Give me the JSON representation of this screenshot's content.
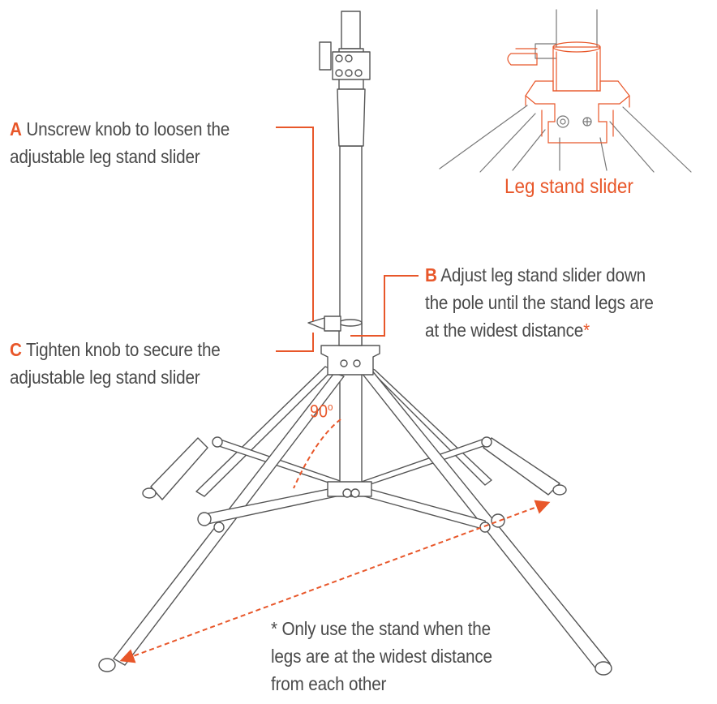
{
  "colors": {
    "accent": "#e8572a",
    "line": "#555555",
    "text": "#4a4a4a"
  },
  "callouts": {
    "a": {
      "letter": "A",
      "line1": "Unscrew knob to loosen the",
      "line2": "adjustable leg stand slider"
    },
    "b": {
      "letter": "B",
      "line1": "Adjust leg stand slider down",
      "line2": "the pole until the stand legs are",
      "line3": "at the widest distance",
      "asterisk": "*"
    },
    "c": {
      "letter": "C",
      "line1": "Tighten knob to secure the",
      "line2": "adjustable leg stand slider"
    }
  },
  "inset_label": "Leg stand slider",
  "angle_label": {
    "value": "90",
    "unit": "o"
  },
  "note": {
    "line1": "* Only use the stand when the",
    "line2": "legs are at the widest distance",
    "line3": "from each other"
  }
}
